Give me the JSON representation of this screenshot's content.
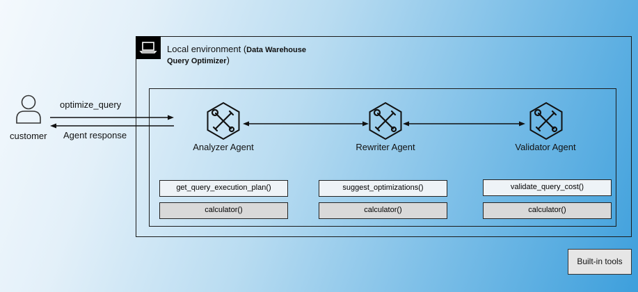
{
  "customer": {
    "label": "customer",
    "icon": "user-icon"
  },
  "messages": {
    "request": "optimize_query",
    "response": "Agent response"
  },
  "environment": {
    "title_plain": "Local environment (",
    "title_bold_1": "Data Warehouse",
    "title_bold_2": "Query Optimizer",
    "title_close": ")",
    "icon": "laptop-icon"
  },
  "agents": [
    {
      "name": "Analyzer Agent",
      "icon": "tools-hexagon-icon",
      "tools": [
        "get_query_execution_plan()",
        "calculator()"
      ]
    },
    {
      "name": "Rewriter Agent",
      "icon": "tools-hexagon-icon",
      "tools": [
        "suggest_optimizations()",
        "calculator()"
      ]
    },
    {
      "name": "Validator Agent",
      "icon": "tools-hexagon-icon",
      "tools": [
        "validate_query_cost()",
        "calculator()"
      ]
    }
  ],
  "legend": {
    "builtin_tools": "Built-in tools"
  },
  "colors": {
    "tool_custom_bg": "#eef3f7",
    "tool_builtin_bg": "#d9d9d9",
    "stroke": "#1a1a1a"
  }
}
